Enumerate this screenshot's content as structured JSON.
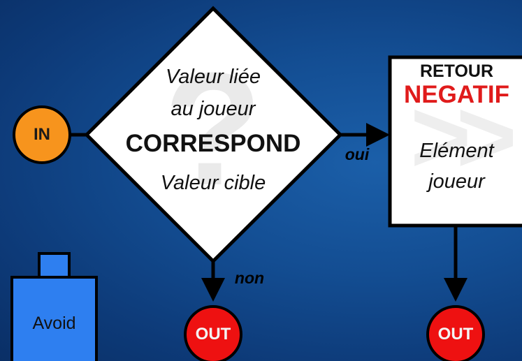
{
  "in_node": {
    "label": "IN"
  },
  "decision": {
    "line1": "Valeur liée",
    "line2": "au joueur",
    "keyword": "CORRESPOND",
    "line3": "Valeur cible",
    "watermark": "?"
  },
  "branches": {
    "yes": "oui",
    "no": "non"
  },
  "result_box": {
    "title": "RETOUR",
    "value": "NEGATIF",
    "line1": "Elément",
    "line2": "joueur",
    "watermark": ">>"
  },
  "out_nodes": [
    {
      "label": "OUT"
    },
    {
      "label": "OUT"
    }
  ],
  "avoid_block": {
    "label": "Avoid"
  },
  "colors": {
    "in_node": "#f7941d",
    "out_node": "#ee1111",
    "negative_text": "#e01b1b",
    "avoid_block": "#2e7ff0",
    "background": "#134d92"
  }
}
